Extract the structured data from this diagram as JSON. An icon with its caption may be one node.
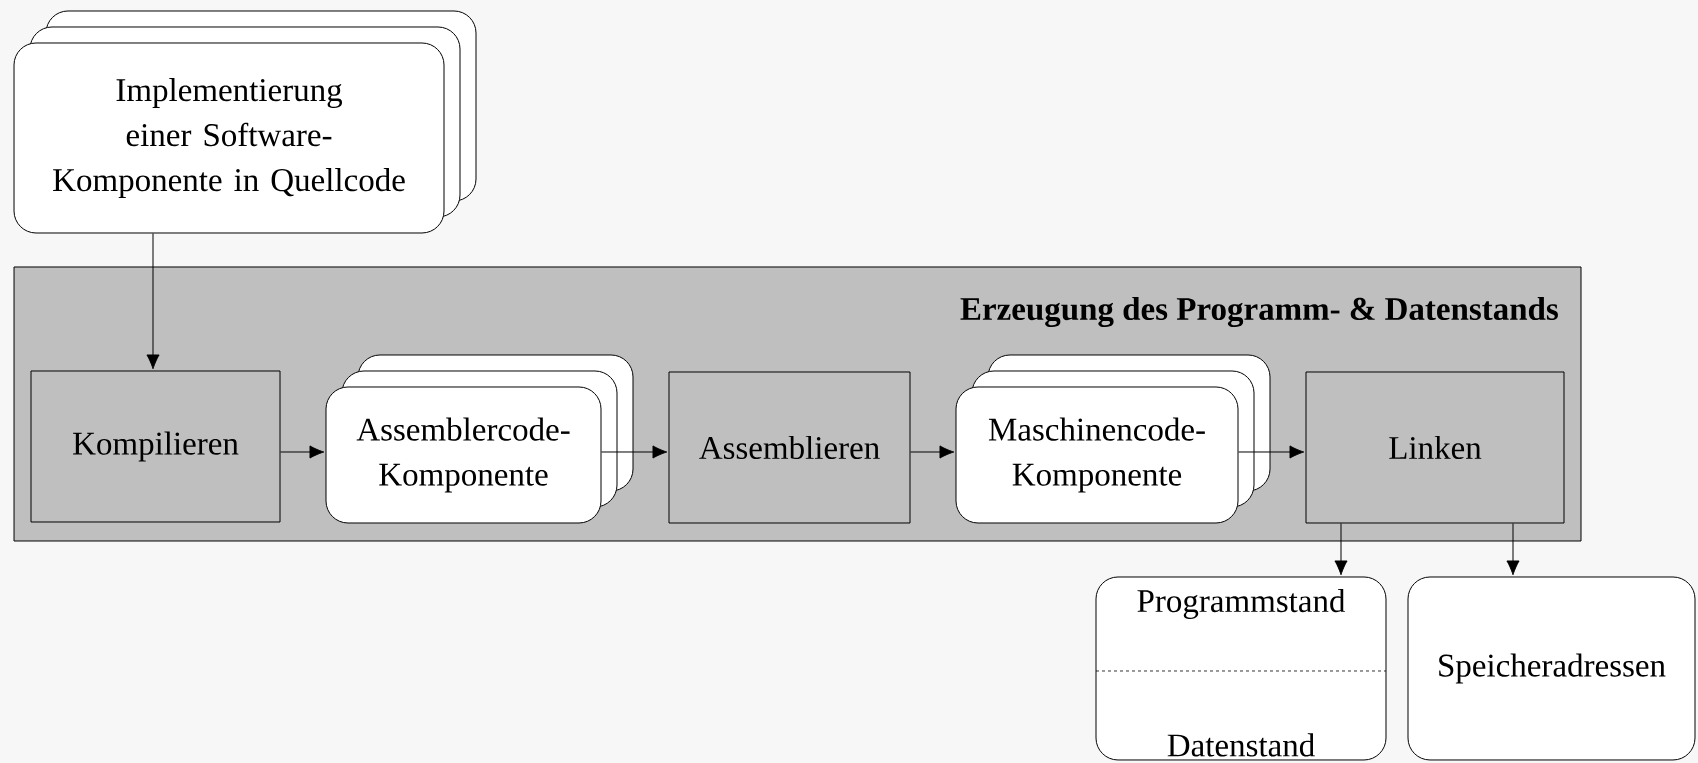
{
  "diagram": {
    "nodes": [
      {
        "text": [
          "Implementierung einer Software-Komponente in Quellcode"
        ]
      },
      {
        "text": [
          "Erzeugung des Programm- & Datenstands"
        ]
      },
      {
        "text": [
          "Kompilieren"
        ],
        "in": 1
      },
      {
        "text": [
          "Assemblercode-Komponente"
        ],
        "in": 1
      },
      {
        "text": [
          "Assemblieren"
        ],
        "in": 1
      },
      {
        "text": [
          "Maschinencode-Komponente"
        ],
        "in": 1
      },
      {
        "text": [
          "Linken"
        ],
        "in": 1
      },
      {
        "text": [
          "Programmstand",
          "Datenstand"
        ]
      },
      {
        "text": [
          "Speicheradressen"
        ]
      }
    ],
    "edges": [
      {
        "from": 0,
        "to": 2,
        "arrow": "to"
      },
      {
        "from": 2,
        "to": 3,
        "arrow": "to"
      },
      {
        "from": 3,
        "to": 4,
        "arrow": "to"
      },
      {
        "from": 4,
        "to": 5,
        "arrow": "to"
      },
      {
        "from": 5,
        "to": 6,
        "arrow": "to"
      },
      {
        "from": 6,
        "to": 7,
        "arrow": "to"
      },
      {
        "from": 6,
        "to": 8,
        "arrow": "to"
      }
    ]
  }
}
